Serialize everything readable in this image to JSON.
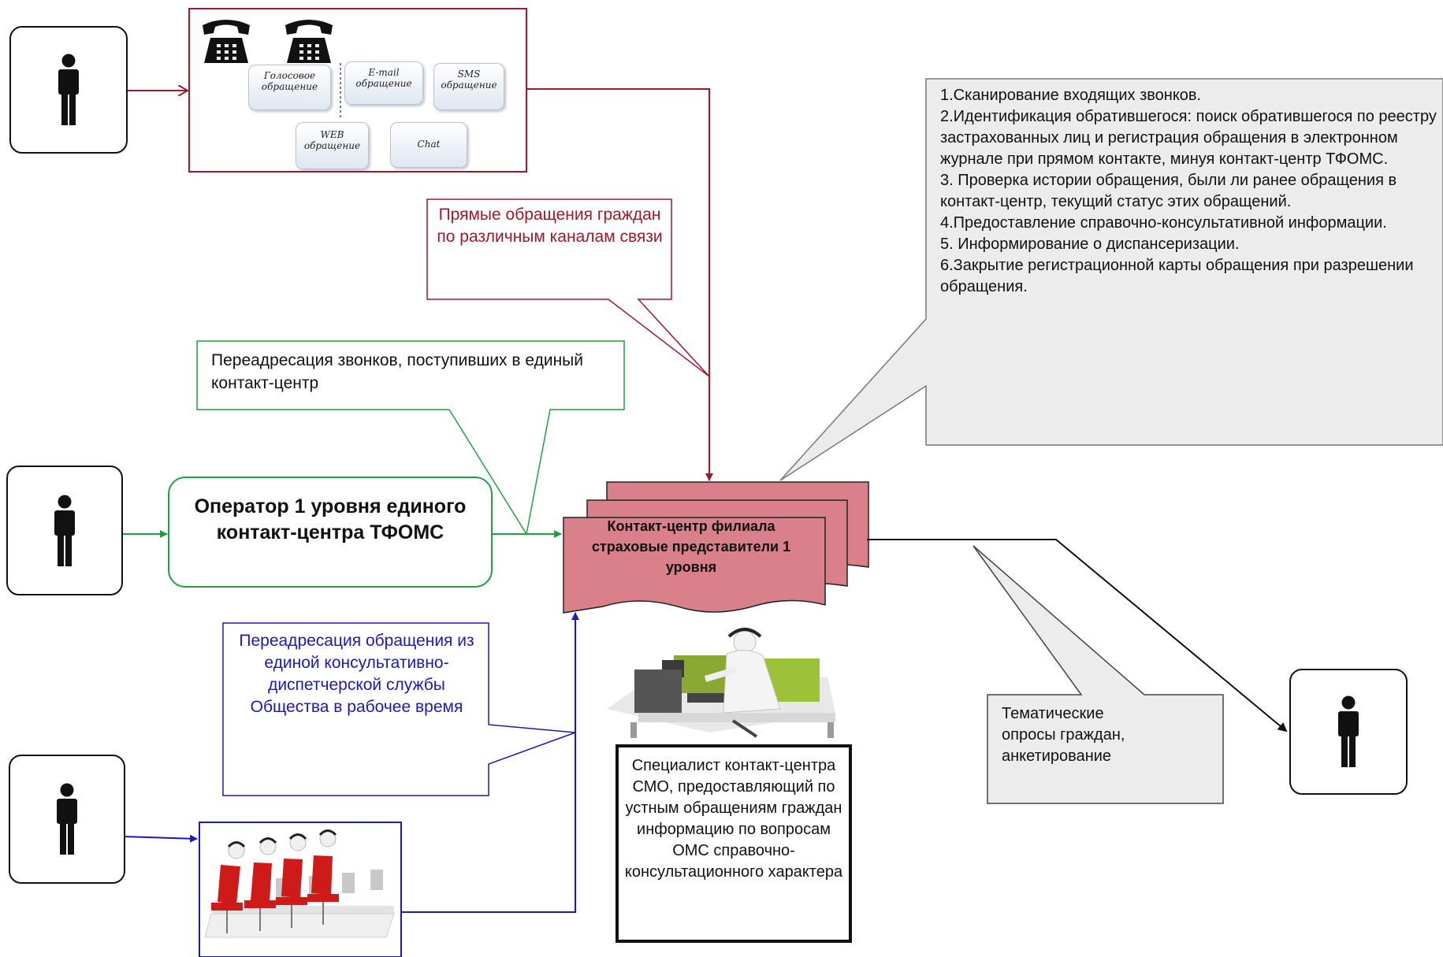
{
  "channels": {
    "voice": "Голосовое обращение",
    "email": "E-mail обращение",
    "sms": "SMS обращение",
    "web": "WEB обращение",
    "chat": "Chat"
  },
  "callouts": {
    "direct": "Прямые обращения граждан по различным каналам связи",
    "redirect_calls": "Переадресация звонков, поступивших в единый контакт-центр",
    "redirect_service": "Переадресация обращения из единой консультативно-диспетчерской службы Общества в рабочее время",
    "survey": "Тематические опросы граждан, анкетирование"
  },
  "operator": {
    "label": "Оператор 1 уровня единого контакт-центра ТФОМС"
  },
  "contact_center": {
    "label": "Контакт-центр филиала страховые представители 1 уровня"
  },
  "specialist": {
    "label": "Специалист контакт-центра СМО, предоставляющий по устным обращениям граждан информацию по вопросам ОМС справочно-консультационного характера"
  },
  "functions": [
    "1.Сканирование входящих звонков.",
    "2.Идентификация обратившегося: поиск обратившегося по реестру застрахованных лиц и регистрация обращения в электронном журнале при прямом контакте, минуя контакт-центр ТФОМС.",
    "3. Проверка истории обращения, были ли ранее обращения в контакт-центр, текущий статус этих обращений.",
    "4.Предоставление справочно-консультативной информации.",
    "5. Информирование о диспансеризации.",
    "6.Закрытие регистрационной карты обращения при разрешении обращения."
  ],
  "colors": {
    "dark_red": "#9b1b2a",
    "green": "#20a045",
    "blue": "#1a1ab8",
    "pink_doc": "#d9808a",
    "gray_callout": "#ececec"
  },
  "icons": [
    "person-icon",
    "telephone-icon",
    "operator-workstation-icon",
    "call-center-operators-icon"
  ]
}
